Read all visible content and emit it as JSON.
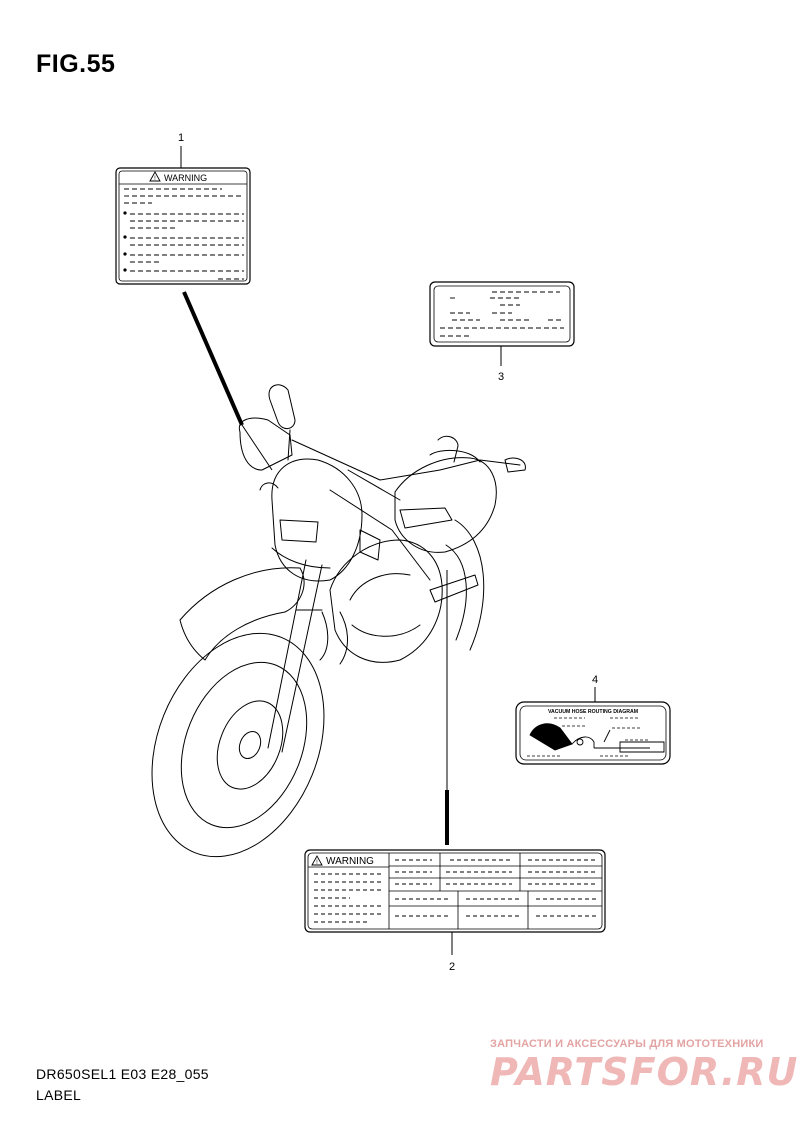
{
  "figure": {
    "title": "FIG.55"
  },
  "footer": {
    "model_code": "DR650SEL1 E03 E28_055",
    "section_label": "LABEL"
  },
  "watermark": {
    "tagline": "ЗАПЧАСТИ И АКСЕССУАРЫ ДЛЯ МОТОТЕХНИКИ",
    "brand": "PARTSFOR.RU"
  },
  "callouts": {
    "label1": {
      "number": "1",
      "header": "WARNING"
    },
    "label2": {
      "number": "2",
      "header": "WARNING"
    },
    "label3": {
      "number": "3"
    },
    "label4": {
      "number": "4",
      "header": "VACUUM HOSE ROUTING DIAGRAM"
    }
  }
}
